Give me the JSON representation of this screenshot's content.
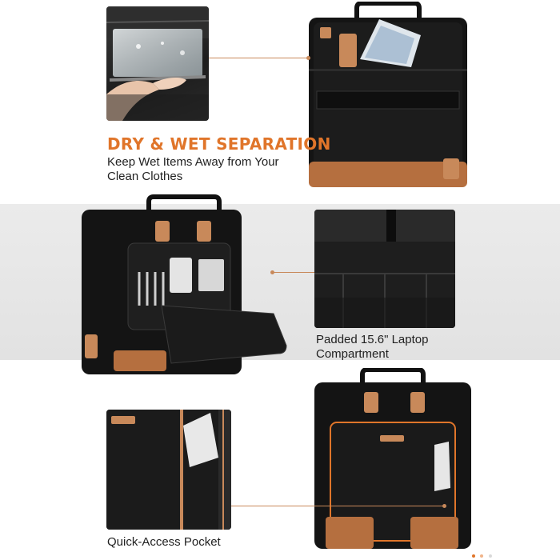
{
  "features": {
    "wet_dry": {
      "title": "DRY & WET SEPARATION",
      "line1": "Keep Wet Items Away from Your",
      "line2": "Clean Clothes"
    },
    "laptop": {
      "line1": "Padded 15.6\" Laptop",
      "line2": "Compartment"
    },
    "quick_access": {
      "line1": "Quick-Access Pocket"
    }
  },
  "colors": {
    "accent": "#e0752a",
    "leather": "#c8895a",
    "bag_body": "#141414"
  },
  "pager": {
    "active": 1,
    "total": 3
  }
}
